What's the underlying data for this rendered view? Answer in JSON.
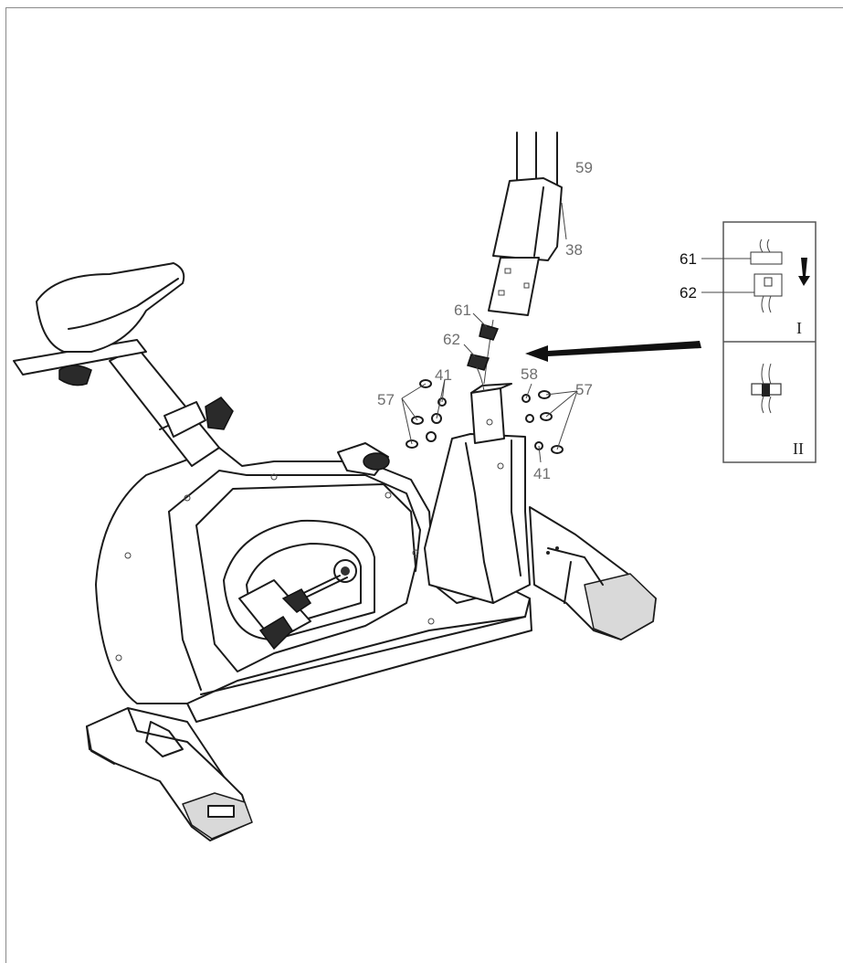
{
  "callouts": {
    "part_59": "59",
    "part_38": "38",
    "part_61": "61",
    "part_62": "62",
    "part_57_left": "57",
    "part_41_left": "41",
    "part_58": "58",
    "part_57_right": "57",
    "part_41_right": "41"
  },
  "detail_box": {
    "label_61": "61",
    "label_62": "62",
    "step_1": "I",
    "step_2": "II"
  },
  "colors": {
    "line": "#1b1b1b",
    "frame": "#8a8a8a",
    "label": "#6e6e6e"
  }
}
